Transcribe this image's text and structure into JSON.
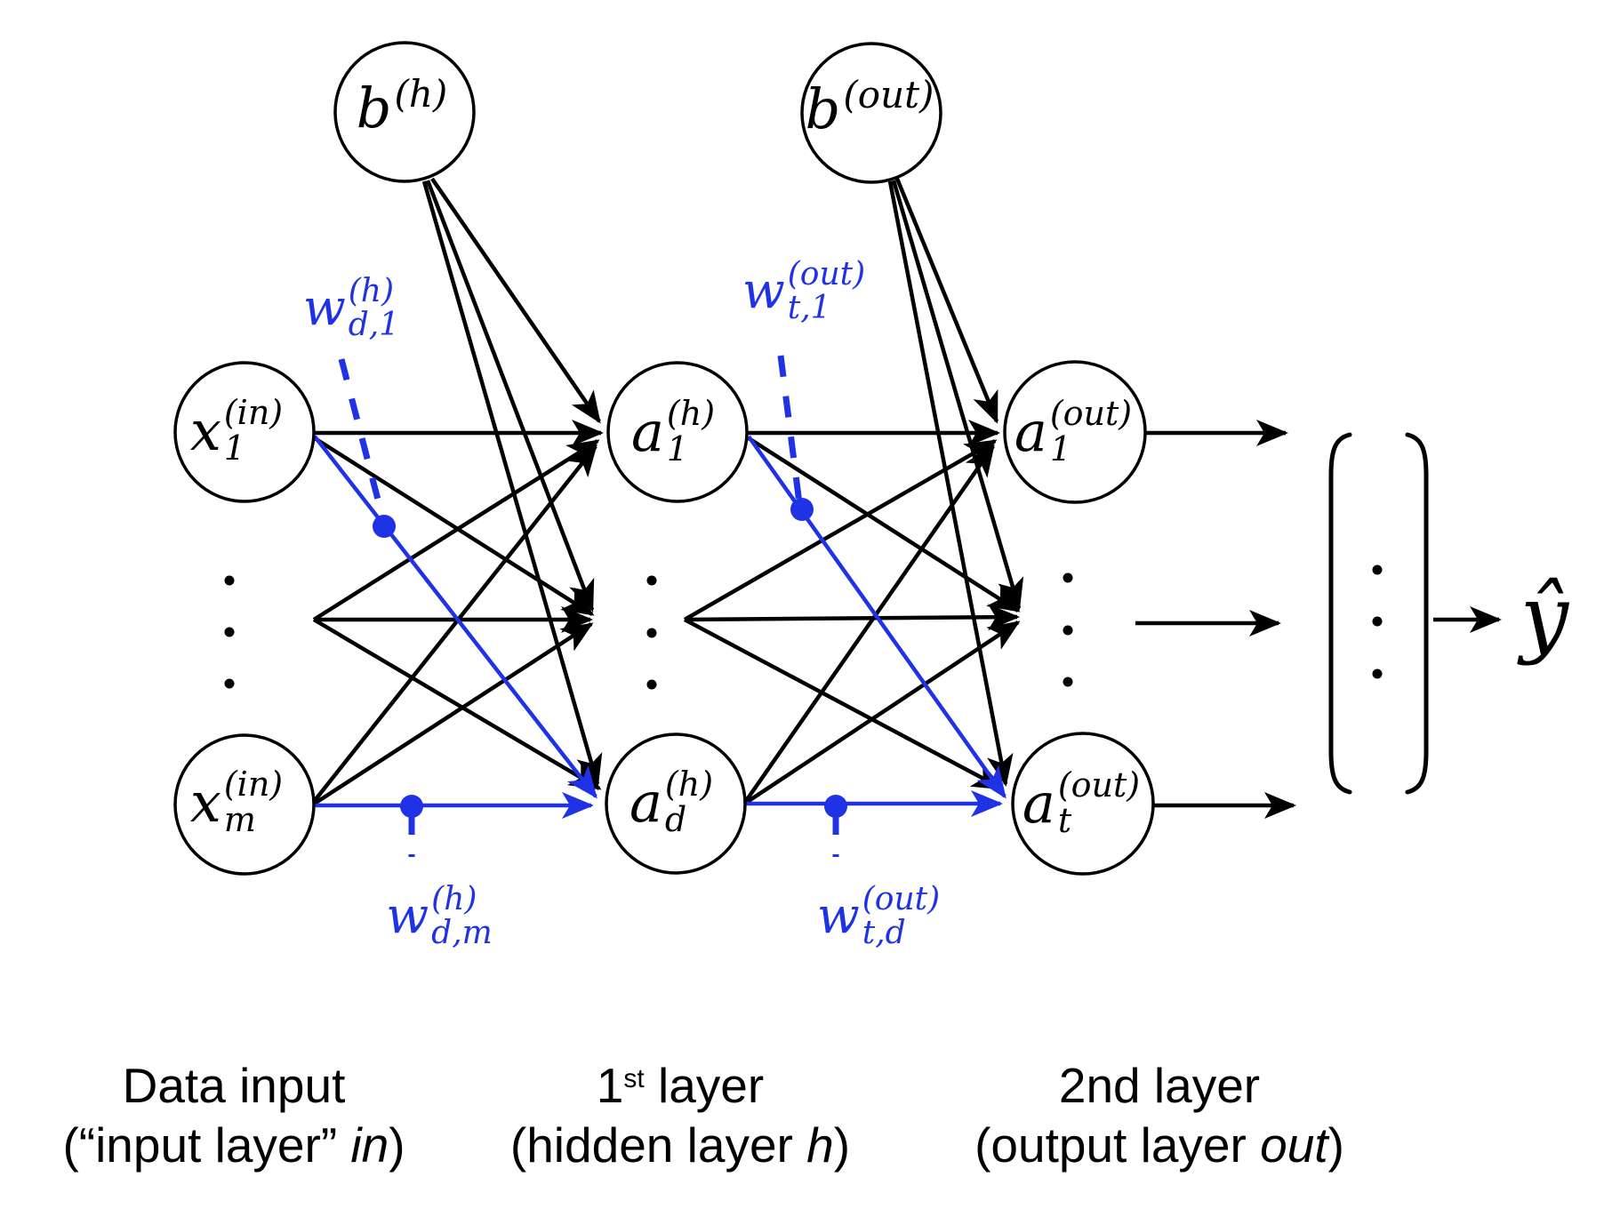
{
  "diagram": {
    "background": "#ffffff",
    "colors": {
      "edge_black": "#000000",
      "weight_blue": "#2032e6"
    },
    "nodes": {
      "bias_hidden": {
        "main": "b",
        "sup": "(h)",
        "sub": ""
      },
      "bias_output": {
        "main": "b",
        "sup": "(out)",
        "sub": ""
      },
      "input_1": {
        "main": "x",
        "sup": "(in)",
        "sub": "1"
      },
      "input_m": {
        "main": "x",
        "sup": "(in)",
        "sub": "m"
      },
      "hidden_1": {
        "main": "a",
        "sup": "(h)",
        "sub": "1"
      },
      "hidden_d": {
        "main": "a",
        "sup": "(h)",
        "sub": "d"
      },
      "output_1": {
        "main": "a",
        "sup": "(out)",
        "sub": "1"
      },
      "output_t": {
        "main": "a",
        "sup": "(out)",
        "sub": "t"
      }
    },
    "weights": {
      "w_d1": {
        "main": "w",
        "sup": "(h)",
        "sub": "d,1"
      },
      "w_t1": {
        "main": "w",
        "sup": "(out)",
        "sub": "t,1"
      },
      "w_dm": {
        "main": "w",
        "sup": "(h)",
        "sub": "d,m"
      },
      "w_td": {
        "main": "w",
        "sup": "(out)",
        "sub": "t,d"
      }
    },
    "output_symbol": "ŷ",
    "captions": {
      "input": {
        "line1": "Data input",
        "line2_pre": "(“input layer” ",
        "line2_italic": "in",
        "line2_post": ")"
      },
      "hidden": {
        "line1_pre": "1",
        "line1_sup": "st",
        "line1_post": " layer",
        "line2_pre": "(hidden layer ",
        "line2_italic": "h",
        "line2_post": ")"
      },
      "output": {
        "line1": "2nd layer",
        "line2_pre": "(output layer ",
        "line2_italic": "out",
        "line2_post": ")"
      }
    }
  }
}
